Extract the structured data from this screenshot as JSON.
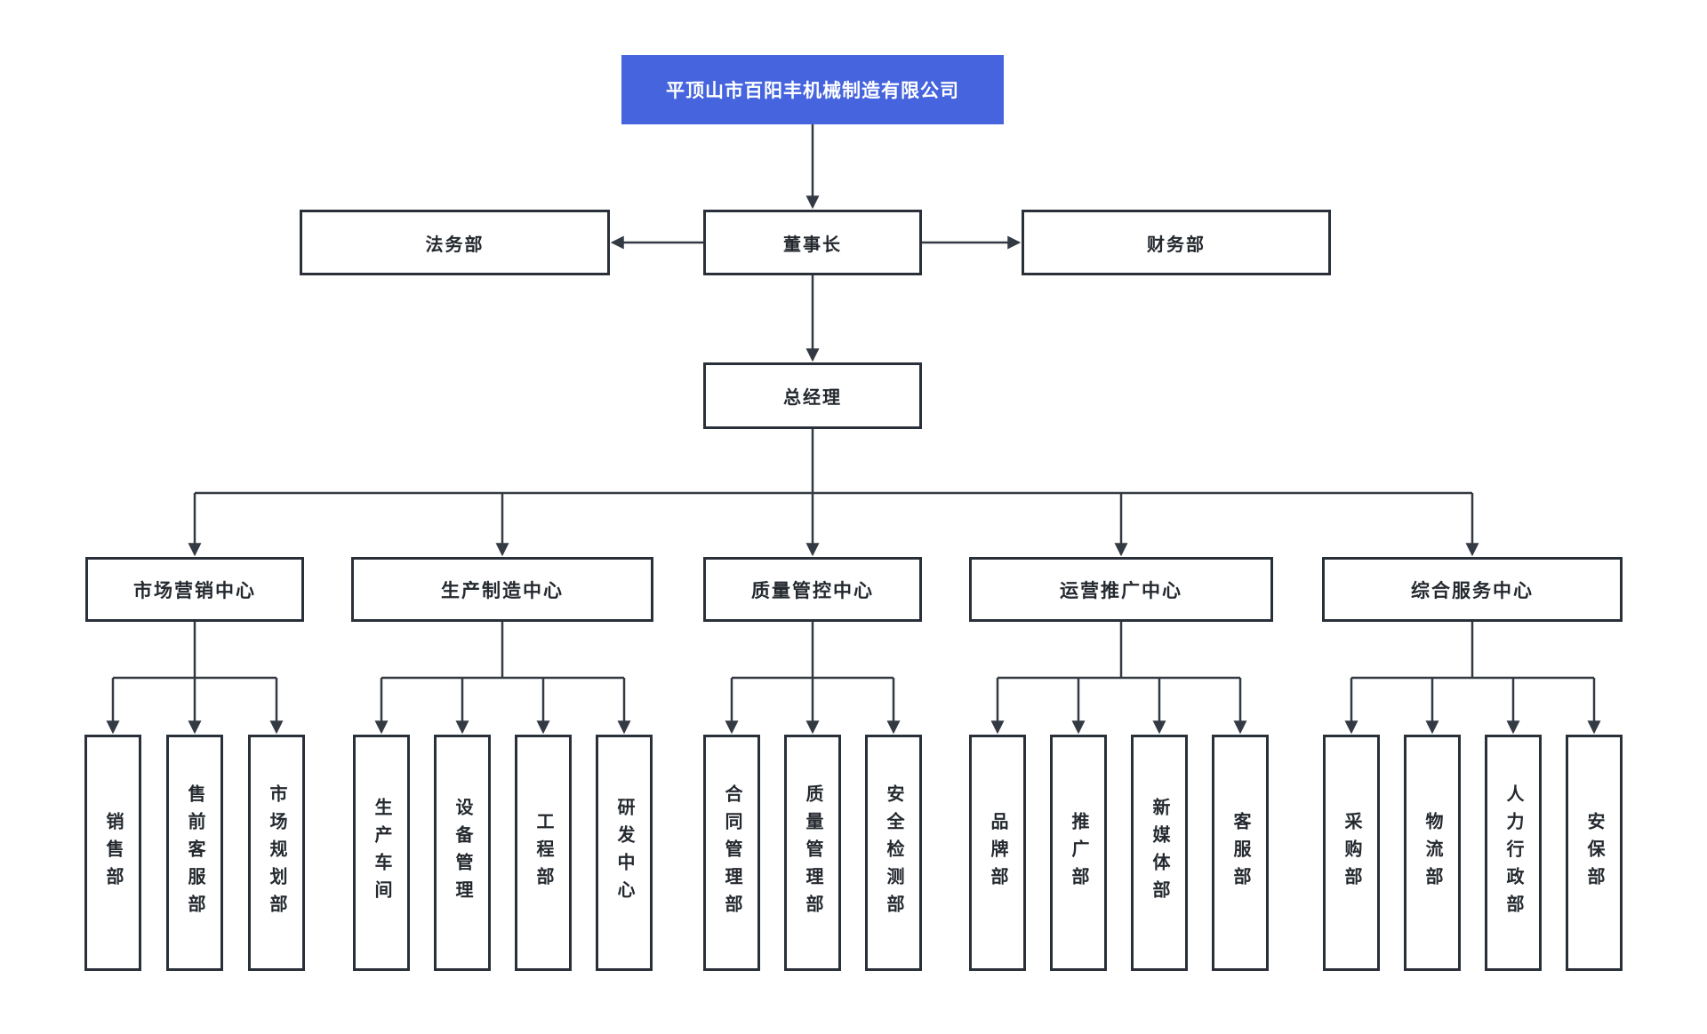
{
  "chart": {
    "type": "org-chart",
    "title": {
      "label": "平顶山市百阳丰机械制造有限公司"
    },
    "legal": {
      "label": "法务部"
    },
    "chairman": {
      "label": "董事长"
    },
    "finance": {
      "label": "财务部"
    },
    "gm": {
      "label": "总经理"
    },
    "centers": [
      {
        "label": "市场营销中心",
        "children": [
          {
            "label": "销售部"
          },
          {
            "label": "售前客服部"
          },
          {
            "label": "市场规划部"
          }
        ]
      },
      {
        "label": "生产制造中心",
        "children": [
          {
            "label": "生产车间"
          },
          {
            "label": "设备管理"
          },
          {
            "label": "工程部"
          },
          {
            "label": "研发中心"
          }
        ]
      },
      {
        "label": "质量管控中心",
        "children": [
          {
            "label": "合同管理部"
          },
          {
            "label": "质量管理部"
          },
          {
            "label": "安全检测部"
          }
        ]
      },
      {
        "label": "运营推广中心",
        "children": [
          {
            "label": "品牌部"
          },
          {
            "label": "推广部"
          },
          {
            "label": "新媒体部"
          },
          {
            "label": "客服部"
          }
        ]
      },
      {
        "label": "综合服务中心",
        "children": [
          {
            "label": "采购部"
          },
          {
            "label": "物流部"
          },
          {
            "label": "人力行政部"
          },
          {
            "label": "安保部"
          }
        ]
      }
    ],
    "colors": {
      "root_fill": "#4564de",
      "root_text": "#ffffff",
      "node_border": "#2a3039",
      "node_text": "#24292f",
      "connector": "#343a43",
      "background": "#ffffff"
    }
  }
}
